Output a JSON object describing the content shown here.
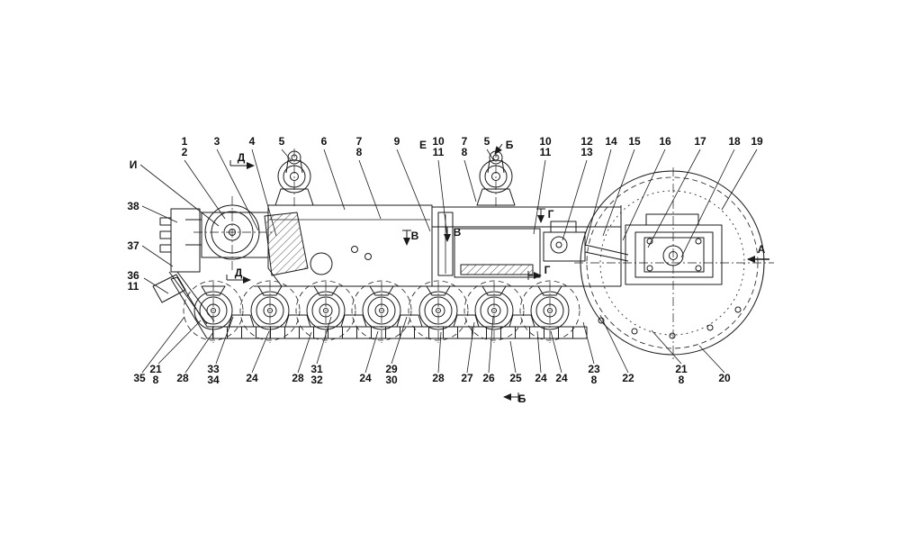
{
  "document": {
    "type": "technical-drawing-crawler-undercarriage",
    "background": "#ffffff",
    "line_color": "#1a1a1a",
    "label_color": "#111111"
  },
  "callouts": {
    "top": [
      "1",
      "2",
      "3",
      "4",
      "5",
      "6",
      "7",
      "8",
      "9",
      "Е",
      "10",
      "11",
      "7",
      "8",
      "5",
      "Б",
      "10",
      "11",
      "12",
      "13",
      "14",
      "15",
      "16",
      "17",
      "18",
      "19"
    ],
    "left": [
      "И",
      "38",
      "37",
      "36",
      "11"
    ],
    "bottom": [
      "35",
      "21",
      "8",
      "28",
      "33",
      "34",
      "24",
      "28",
      "31",
      "32",
      "24",
      "29",
      "30",
      "28",
      "27",
      "26",
      "25",
      "24",
      "24",
      "23",
      "8",
      "22",
      "21",
      "8",
      "20"
    ],
    "right": [
      "А"
    ],
    "bottom_view": [
      "Б"
    ],
    "section_markers": {
      "d_top": "Д",
      "d_bottom": "Д",
      "v_left": "В",
      "v_right": "В",
      "g_top": "Г",
      "g_bottom": "Г"
    }
  }
}
